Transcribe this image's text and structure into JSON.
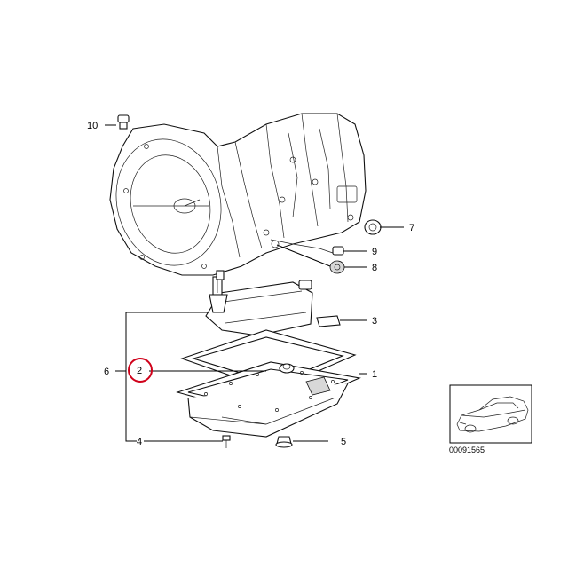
{
  "callouts": [
    {
      "id": "10",
      "label": "10"
    },
    {
      "id": "7",
      "label": "7"
    },
    {
      "id": "9",
      "label": "9"
    },
    {
      "id": "8",
      "label": "8"
    },
    {
      "id": "3",
      "label": "3"
    },
    {
      "id": "6",
      "label": "6"
    },
    {
      "id": "2",
      "label": "2",
      "highlighted": true
    },
    {
      "id": "1",
      "label": "1"
    },
    {
      "id": "4",
      "label": "4"
    },
    {
      "id": "5",
      "label": "5"
    }
  ],
  "highlight_color": "#d0021b",
  "reference_number": "00091565",
  "thumbnail_icon": "car-sedan-icon"
}
